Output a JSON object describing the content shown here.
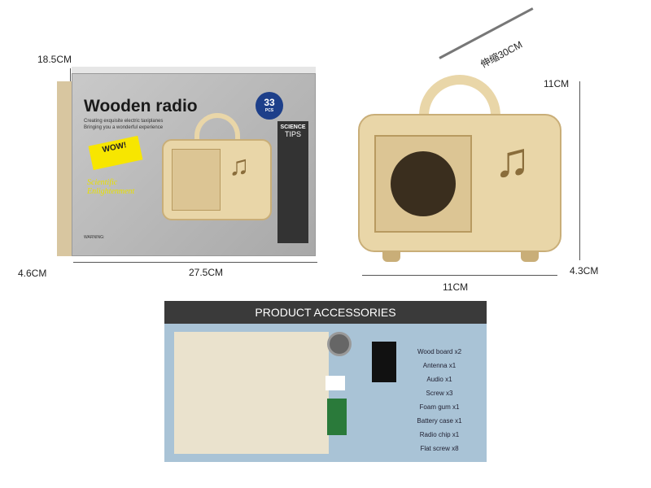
{
  "dimensions": {
    "box_height": "18.5CM",
    "box_depth": "4.6CM",
    "box_width": "27.5CM",
    "antenna": "伸缩30CM",
    "radio_height": "11CM",
    "radio_depth": "4.3CM",
    "radio_width": "11CM"
  },
  "box": {
    "title": "Wooden radio",
    "subtitle_line1": "Creating exquisite electric taxiplanes",
    "subtitle_line2": "Bringing you a wonderful experience",
    "badge_count": "33",
    "badge_unit": "PCS",
    "wow": "WOW!",
    "tagline": "Scientific Enlightenment",
    "science": "SCIENCE",
    "tips": "TIPS",
    "warning": "WARNING:"
  },
  "accessories": {
    "title": "PRODUCT ACCESSORIES",
    "items": [
      "Wood board x2",
      "Antenna x1",
      "Audio x1",
      "Screw x3",
      "Foam gum x1",
      "Battery case x1",
      "Radio chip x1",
      "Flat screw x8"
    ]
  }
}
